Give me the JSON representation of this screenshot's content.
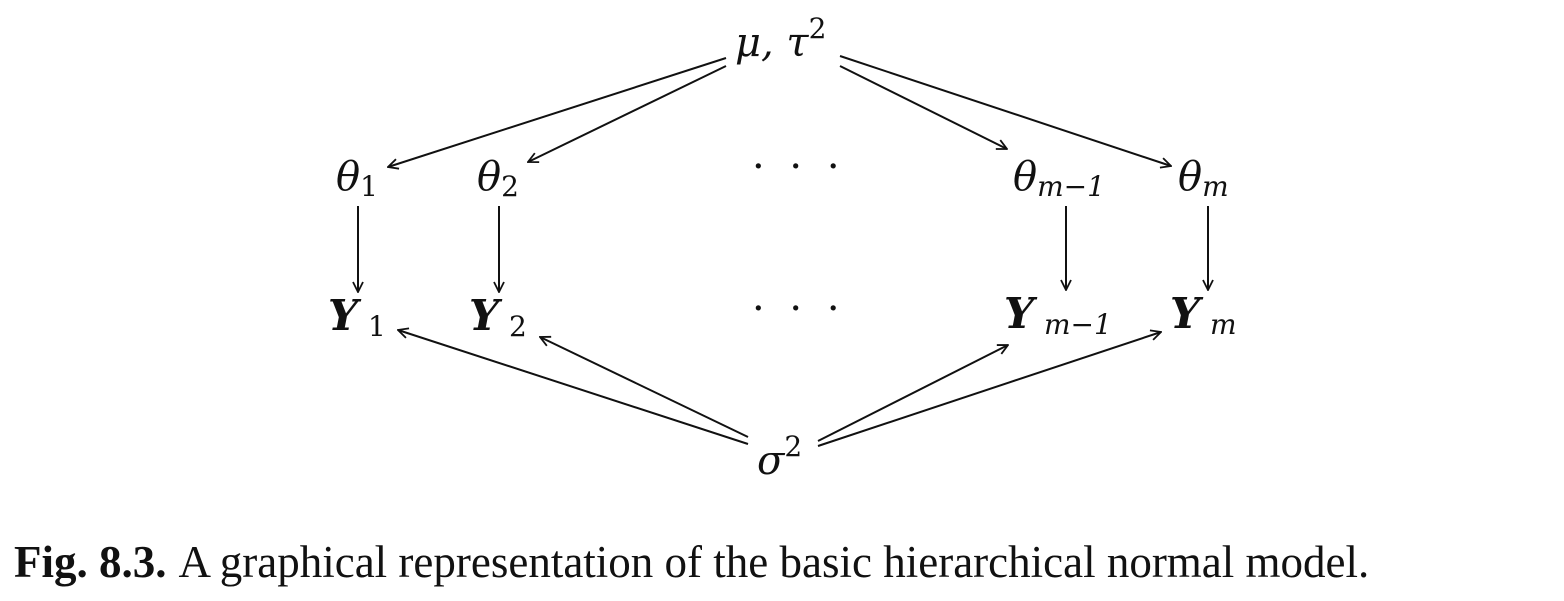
{
  "diagram": {
    "nodes": {
      "top": {
        "base": "μ, τ",
        "sup": "2"
      },
      "theta1": {
        "base": "θ",
        "sub": "1"
      },
      "theta2": {
        "base": "θ",
        "sub": "2"
      },
      "thetaDots": {
        "text": "· · ·"
      },
      "thetaM1": {
        "base": "θ",
        "sub": "m−1"
      },
      "thetaM": {
        "base": "θ",
        "sub": "m"
      },
      "y1": {
        "base": "Y",
        "sub": "1"
      },
      "y2": {
        "base": "Y",
        "sub": "2"
      },
      "yDots": {
        "text": "· · ·"
      },
      "yM1": {
        "base": "Y",
        "sub": "m−1"
      },
      "yM": {
        "base": "Y",
        "sub": "m"
      },
      "bottom": {
        "base": "σ",
        "sup": "2"
      }
    },
    "edges": [
      {
        "from": "top",
        "to": "theta1"
      },
      {
        "from": "top",
        "to": "theta2"
      },
      {
        "from": "top",
        "to": "thetaM1"
      },
      {
        "from": "top",
        "to": "thetaM"
      },
      {
        "from": "theta1",
        "to": "y1"
      },
      {
        "from": "theta2",
        "to": "y2"
      },
      {
        "from": "thetaM1",
        "to": "yM1"
      },
      {
        "from": "thetaM",
        "to": "yM"
      },
      {
        "from": "bottom",
        "to": "y1"
      },
      {
        "from": "bottom",
        "to": "y2"
      },
      {
        "from": "bottom",
        "to": "yM1"
      },
      {
        "from": "bottom",
        "to": "yM"
      }
    ]
  },
  "caption": {
    "label": "Fig. 8.3.",
    "text": "A graphical representation of the basic hierarchical normal model."
  }
}
